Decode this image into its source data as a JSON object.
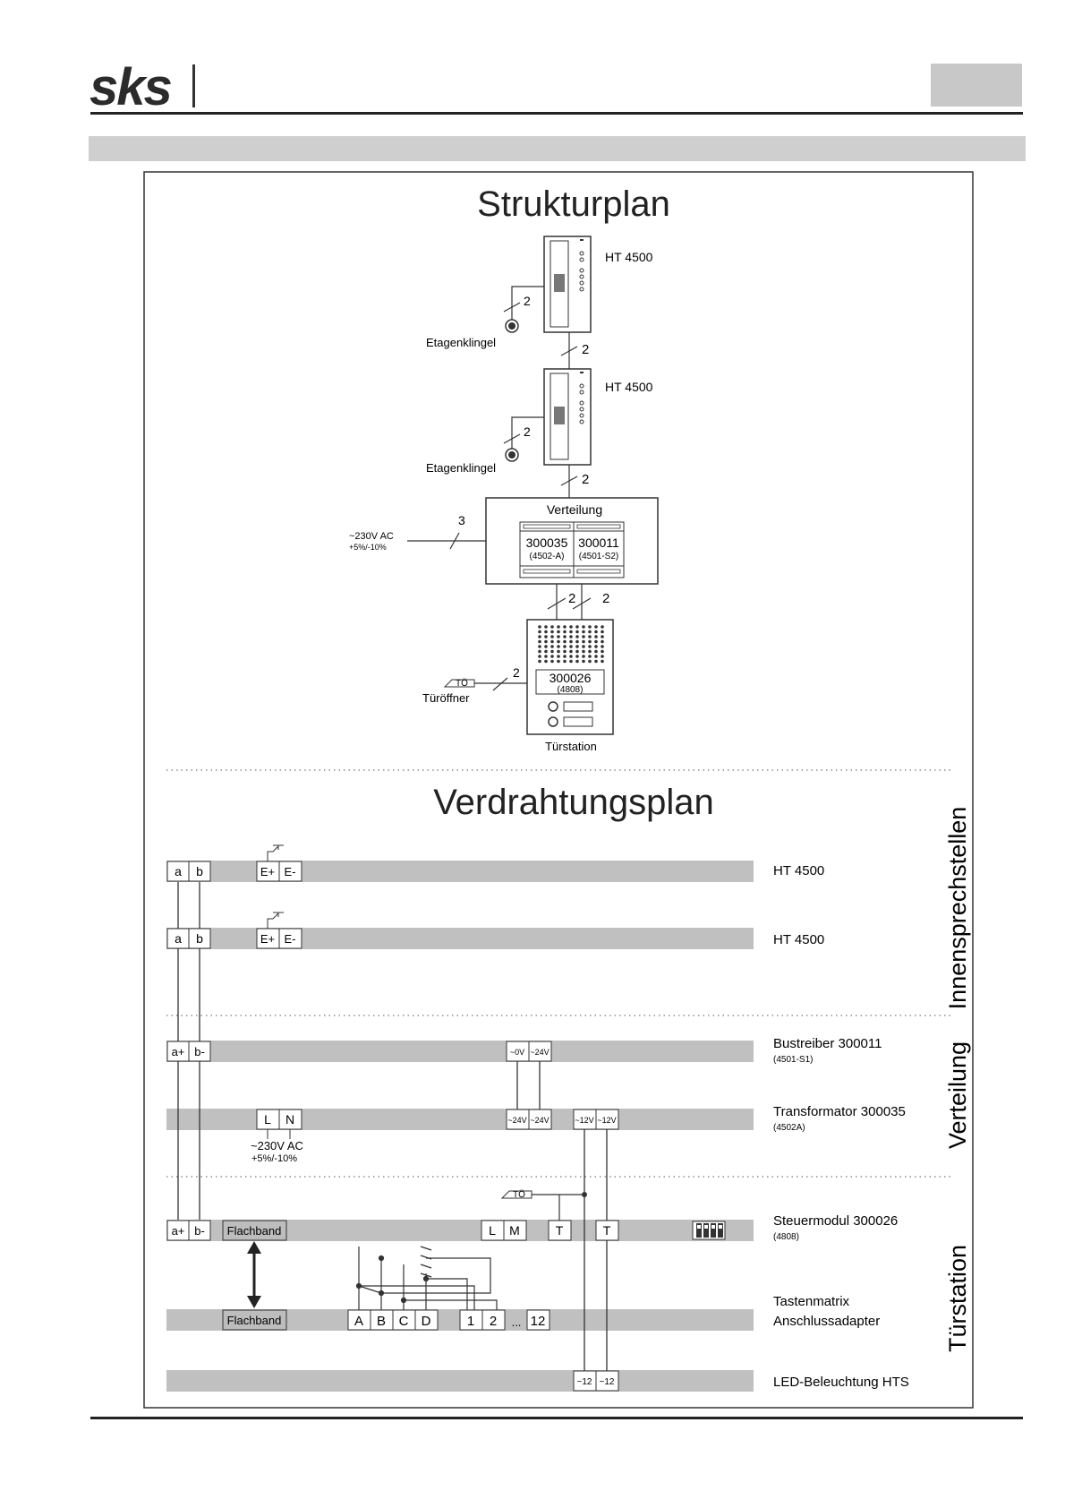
{
  "header": {
    "logo": "sks"
  },
  "struktur": {
    "title": "Strukturplan",
    "handset1_label": "HT 4500",
    "handset2_label": "HT 4500",
    "bell1_label": "Etagenklingel",
    "bell2_label": "Etagenklingel",
    "wire_count_2": "2",
    "wire_count_3": "3",
    "distribution_title": "Verteilung",
    "module1_id": "300035",
    "module1_sub": "(4502-A)",
    "module2_id": "300011",
    "module2_sub": "(4501-S2)",
    "mains_label": "~230V AC",
    "mains_tolerance": "+5%/-10%",
    "door_module_id": "300026",
    "door_module_sub": "(4808)",
    "door_opener_symbol": "TÖ",
    "door_opener_label": "Türöffner",
    "door_station_label": "Türstation"
  },
  "verdrahtung": {
    "title": "Verdrahtungsplan",
    "section_labels": [
      "Innensprechstellen",
      "Verteilung",
      "Türstation"
    ],
    "rows": [
      {
        "label": "HT 4500",
        "sub": ""
      },
      {
        "label": "HT 4500",
        "sub": ""
      },
      {
        "label": "Bustreiber 300011",
        "sub": "(4501-S1)"
      },
      {
        "label": "Transformator 300035",
        "sub": "(4502A)"
      },
      {
        "label": "Steuermodul 300026",
        "sub": "(4808)"
      },
      {
        "label": "Tastenmatrix",
        "sub": "Anschlussadapter"
      },
      {
        "label": "LED-Beleuchtung HTS",
        "sub": ""
      }
    ],
    "terminals": {
      "a": "a",
      "b": "b",
      "e_plus": "E+",
      "e_minus": "E-",
      "a_plus": "a+",
      "b_minus": "b-",
      "v0": "~0V",
      "v24": "~24V",
      "v12": "~12V",
      "led12": "~12",
      "L": "L",
      "N": "N",
      "M": "M",
      "T": "T",
      "flachband": "Flachband",
      "A": "A",
      "B": "B",
      "C": "C",
      "D": "D",
      "n1": "1",
      "n2": "2",
      "dots": "...",
      "n12": "12"
    },
    "mains_label": "~230V AC",
    "mains_tolerance": "+5%/-10%",
    "door_opener_symbol": "TÖ"
  }
}
